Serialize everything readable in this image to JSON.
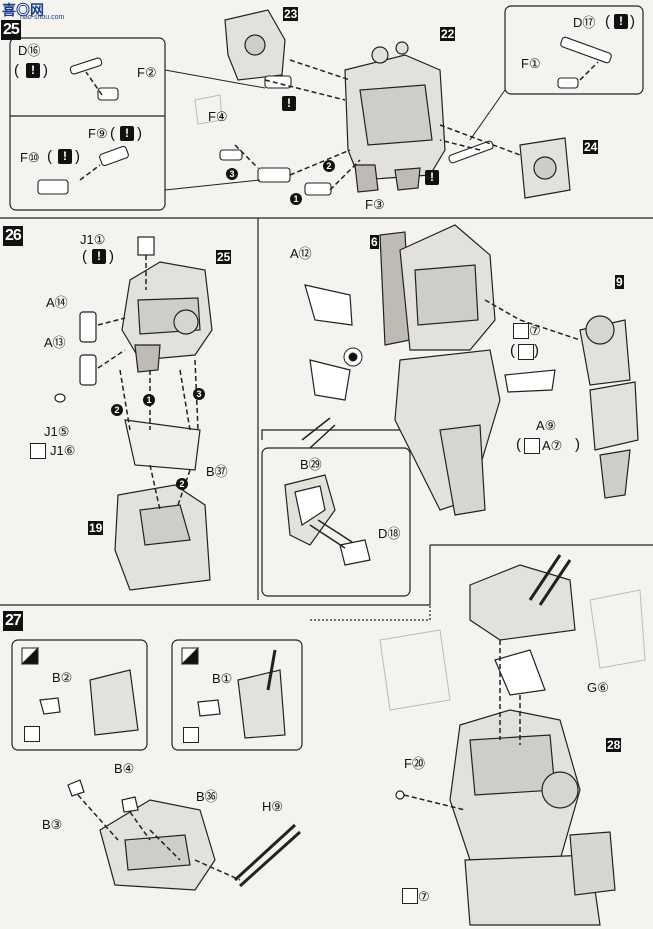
{
  "watermark": {
    "logo": "喜◎网",
    "url": "nao-shou.com"
  },
  "warn_glyph": "!",
  "steps": {
    "s25": "25",
    "s26": "26",
    "s27": "27"
  },
  "parts": {
    "p23": "23",
    "p22": "22",
    "p24": "24",
    "p25": "25",
    "p6": "6",
    "p9": "9",
    "p19": "19",
    "p28": "28"
  },
  "order": {
    "one": "1",
    "two": "2",
    "three": "3"
  },
  "labels": {
    "d16": "D⑯",
    "f2": "F②",
    "f9": "F⑨",
    "f10": "F⑩",
    "f4": "F④",
    "f3": "F③",
    "d17": "D⑰",
    "f1": "F①",
    "j11": "J1①",
    "a14": "A⑭",
    "a13": "A⑬",
    "j15": "J1⑤",
    "j16": "J1⑥",
    "b37": "B㊲",
    "a12": "A⑫",
    "a9": "A⑨",
    "a7": "A⑦",
    "b29": "B㉙",
    "d18": "D⑱",
    "b2": "B②",
    "b1": "B①",
    "b4": "B④",
    "b36": "B㊱",
    "b3": "B③",
    "h9": "H⑨",
    "g6": "G⑥",
    "f20": "F⑳",
    "num7a": "⑦",
    "num7b": "⑦"
  },
  "paren": {
    "open": "(",
    "close": ")"
  }
}
